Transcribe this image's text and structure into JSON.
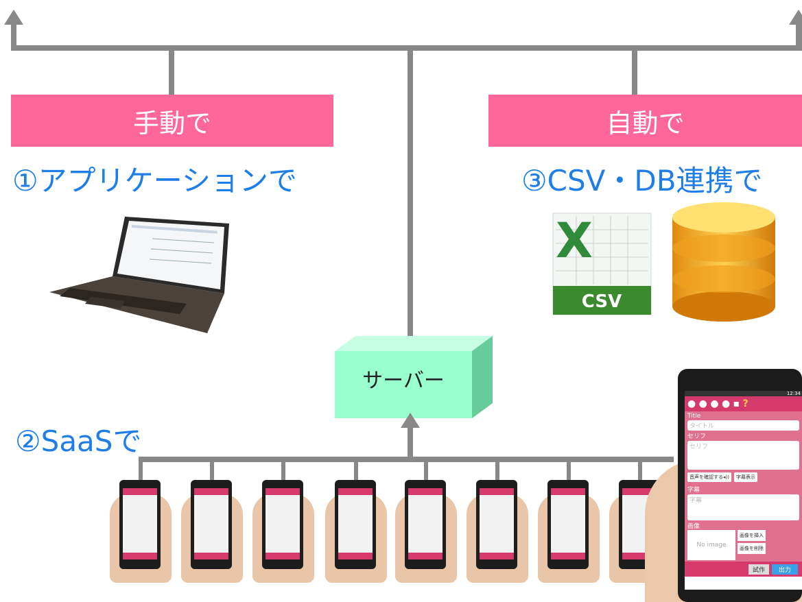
{
  "labels": {
    "manual": "手動で",
    "auto": "自動で",
    "app": "①アプリケーションで",
    "csvdb": "③CSV・DB連携で",
    "saas": "②SaaSで",
    "server": "サーバー",
    "csv_badge": "CSV"
  },
  "phone": {
    "title_label": "Title",
    "title_placeholder": "タイトル",
    "serif_label": "セリフ",
    "serif_placeholder": "セリフ",
    "confirm_audio": "音声を確認する◂))",
    "subtitle_show": "字幕表示",
    "subtitle_label": "字幕",
    "subtitle_placeholder": "字幕",
    "image_label": "画像",
    "no_image": "No image",
    "insert_image": "画像を挿入",
    "delete_image": "画像を削除",
    "trial": "試作",
    "output": "出力",
    "time": "12:34"
  },
  "colors": {
    "tag_bg": "#ff6699",
    "label_blue": "#1e7ee6",
    "line_gray": "#888888",
    "server_green": "#99ffcc",
    "phone_accent": "#d63a6c"
  },
  "icons": [
    "laptop-icon",
    "excel-csv-icon",
    "database-icon",
    "server-box",
    "smartphone-icon"
  ]
}
